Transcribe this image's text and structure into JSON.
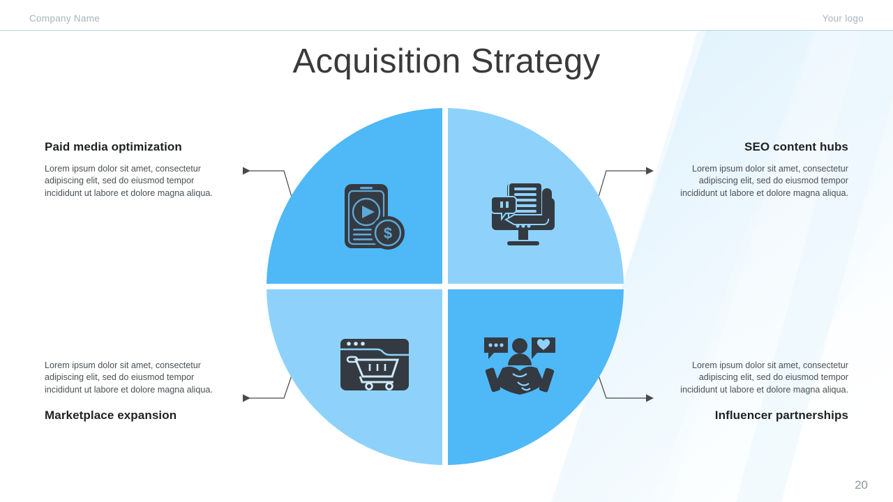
{
  "header": {
    "company_name": "Company Name",
    "logo_text": "Your logo"
  },
  "title": "Acquisition Strategy",
  "page_number": "20",
  "lorem": "Lorem ipsum dolor sit amet, consectetur adipiscing elit, sed do eiusmod tempor incididunt ut labore et dolore magna aliqua.",
  "quadrants": [
    {
      "id": "top-left",
      "position": "top-left",
      "heading": "Paid media optimization",
      "body": "Lorem ipsum dolor sit amet, consectetur adipiscing elit, sed do eiusmod tempor incididunt ut labore et dolore magna aliqua.",
      "color": "#4FB8F7",
      "icon": "mobile-video-ad-dollar-icon",
      "arrow_direction": "left"
    },
    {
      "id": "top-right",
      "position": "top-right",
      "heading": "SEO content hubs",
      "body": "Lorem ipsum dolor sit amet, consectetur adipiscing elit, sed do eiusmod tempor incididunt ut labore et dolore magna aliqua.",
      "color": "#8ED2FC",
      "icon": "desktop-content-writing-icon",
      "arrow_direction": "right"
    },
    {
      "id": "bottom-left",
      "position": "bottom-left",
      "heading": "Marketplace expansion",
      "body": "Lorem ipsum dolor sit amet, consectetur adipiscing elit, sed do eiusmod tempor incididunt ut labore et dolore magna aliqua.",
      "color": "#8ED2FC",
      "icon": "browser-shopping-cart-icon",
      "arrow_direction": "left"
    },
    {
      "id": "bottom-right",
      "position": "bottom-right",
      "heading": "Influencer partnerships",
      "body": "Lorem ipsum dolor sit amet, consectetur adipiscing elit, sed do eiusmod tempor incididunt ut labore et dolore magna aliqua.",
      "color": "#4FB8F7",
      "icon": "handshake-social-icon",
      "arrow_direction": "right"
    }
  ],
  "colors": {
    "accent_dark": "#4FB8F7",
    "accent_light": "#8ED2FC",
    "icon": "#343a41",
    "title": "#3a3a3c",
    "muted": "#a9b4bb",
    "rule": "#b9d4dc",
    "body_text": "#4a4f55",
    "background": "#ffffff"
  }
}
